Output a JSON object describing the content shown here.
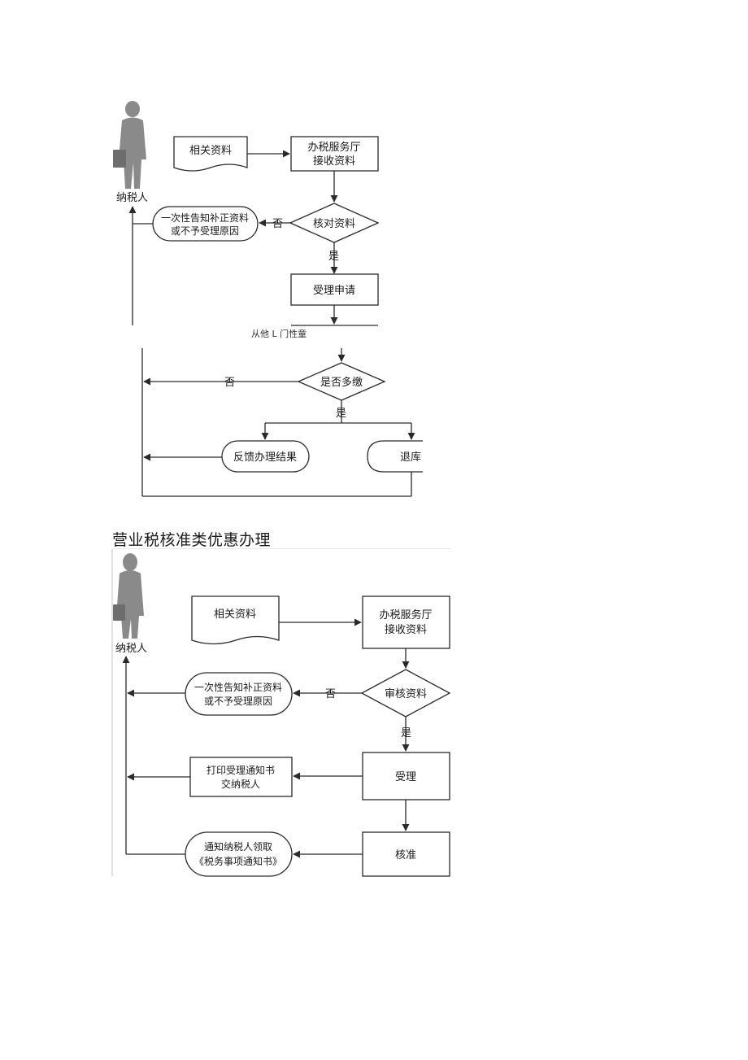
{
  "section_title": "营业税核准类优惠办理",
  "crop_note": "从他 L 门性童",
  "diagram1": {
    "taxpayer": "纳税人",
    "doc_box": "相关资料",
    "hall_box": [
      "办税服务厅",
      "接收资料"
    ],
    "check_diamond": "核对资料",
    "no_label": "否",
    "yes_label": "是",
    "reject_box": [
      "一次性告知补正资料",
      "或不予受理原因"
    ],
    "accept_box": "受理申请",
    "overpaid_diamond": "是否多缴",
    "no_label2": "否",
    "yes_label2": "是",
    "feedback_box": "反馈办理结果",
    "refund_box": "退库"
  },
  "diagram2": {
    "taxpayer": "纳税人",
    "doc_box": "相关资料",
    "hall_box": [
      "办税服务厅",
      "接收资料"
    ],
    "review_diamond": "审核资料",
    "no_label": "否",
    "yes_label": "是",
    "reject_box": [
      "一次性告知补正资料",
      "或不予受理原因"
    ],
    "print_box": [
      "打印受理通知书",
      "交纳税人"
    ],
    "accept_box": "受理",
    "approve_box": "核准",
    "notify_box": [
      "通知纳税人领取",
      "《税务事项通知书》"
    ]
  }
}
